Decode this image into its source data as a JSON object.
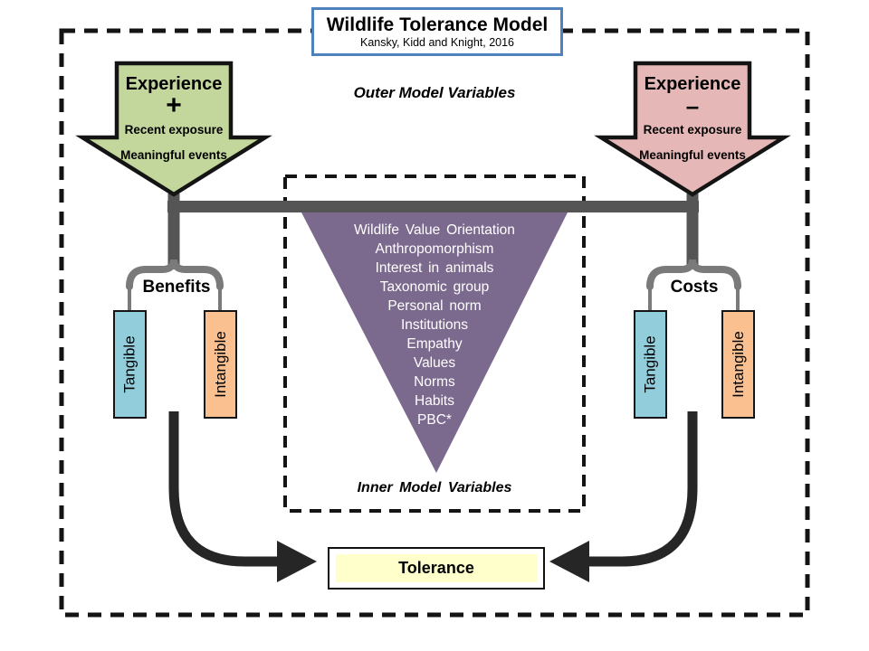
{
  "colors": {
    "green": "#c3d69b",
    "pink": "#e5b8b7",
    "purple": "#7b6a8e",
    "blue": "#92cddc",
    "orange": "#fac090",
    "yellow": "#ffffcc",
    "titleBorder": "#4f81bd",
    "barDark": "#555555",
    "bracketGray": "#7a7a7a",
    "arrowBlack": "#262626",
    "ink": "#141414"
  },
  "title_box": {
    "title": "Wildlife Tolerance Model",
    "subtitle": "Kansky, Kidd and Knight, 2016"
  },
  "labels": {
    "outer": "Outer Model Variables",
    "inner": "Inner Model Variables"
  },
  "experience_positive": {
    "title": "Experience",
    "sign": "+",
    "detail1": "Recent exposure",
    "detail2": "Meaningful events"
  },
  "experience_negative": {
    "title": "Experience",
    "sign": "–",
    "detail1": "Recent exposure",
    "detail2": "Meaningful events"
  },
  "triangle": {
    "items": [
      "Wildlife Value Orientation",
      "Anthropomorphism",
      "Interest in animals",
      "Taxonomic group",
      "Personal norm",
      "Institutions",
      "Empathy",
      "Values",
      "Norms",
      "Habits",
      "PBC*"
    ]
  },
  "benefits": {
    "label": "Benefits",
    "tangible": "Tangible",
    "intangible": "Intangible"
  },
  "costs": {
    "label": "Costs",
    "tangible": "Tangible",
    "intangible": "Intangible"
  },
  "tolerance": {
    "label": "Tolerance"
  }
}
